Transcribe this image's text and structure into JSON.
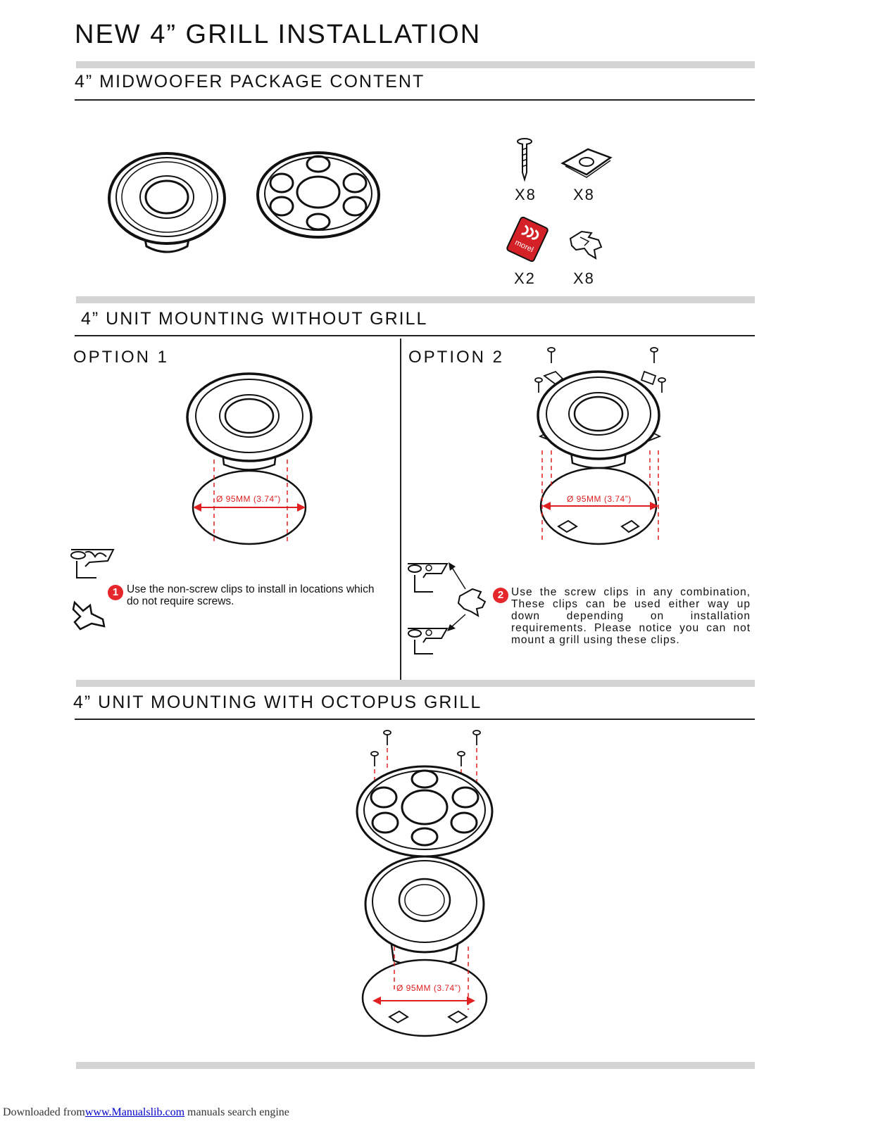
{
  "title": "NEW 4” GRILL INSTALLATION",
  "sections": {
    "package": {
      "title": "4” MIDWOOFER PACKAGE CONTENT",
      "items": [
        {
          "icon": "screw-icon",
          "qty": "X8"
        },
        {
          "icon": "clip-plate-icon",
          "qty": "X8"
        },
        {
          "icon": "morel-badge-icon",
          "qty": "X2",
          "badge_text": "morel"
        },
        {
          "icon": "screw-clip-icon",
          "qty": "X8"
        }
      ]
    },
    "without_grill": {
      "title": "4” UNIT MOUNTING WITHOUT GRILL",
      "option1": {
        "label": "OPTION 1",
        "dimension": "Ø 95MM (3.74”)",
        "step_number": "1",
        "step_text": "Use the non-screw clips to install in locations which do not require screws."
      },
      "option2": {
        "label": "OPTION 2",
        "dimension": "Ø 95MM (3.74”)",
        "step_number": "2",
        "step_text": "Use the screw clips in any combination, These clips can be used either way up down depending on installation requirements. Please notice you can not mount a grill using these clips."
      }
    },
    "with_grill": {
      "title": "4” UNIT MOUNTING WITH OCTOPUS GRILL",
      "dimension": "Ø 95MM (3.74”)"
    }
  },
  "footer": {
    "prefix": "Downloaded from",
    "link_text": "www.Manualslib.com",
    "suffix": " manuals search engine"
  },
  "colors": {
    "accent": "#e5262a",
    "bar": "#d4d4d4"
  }
}
